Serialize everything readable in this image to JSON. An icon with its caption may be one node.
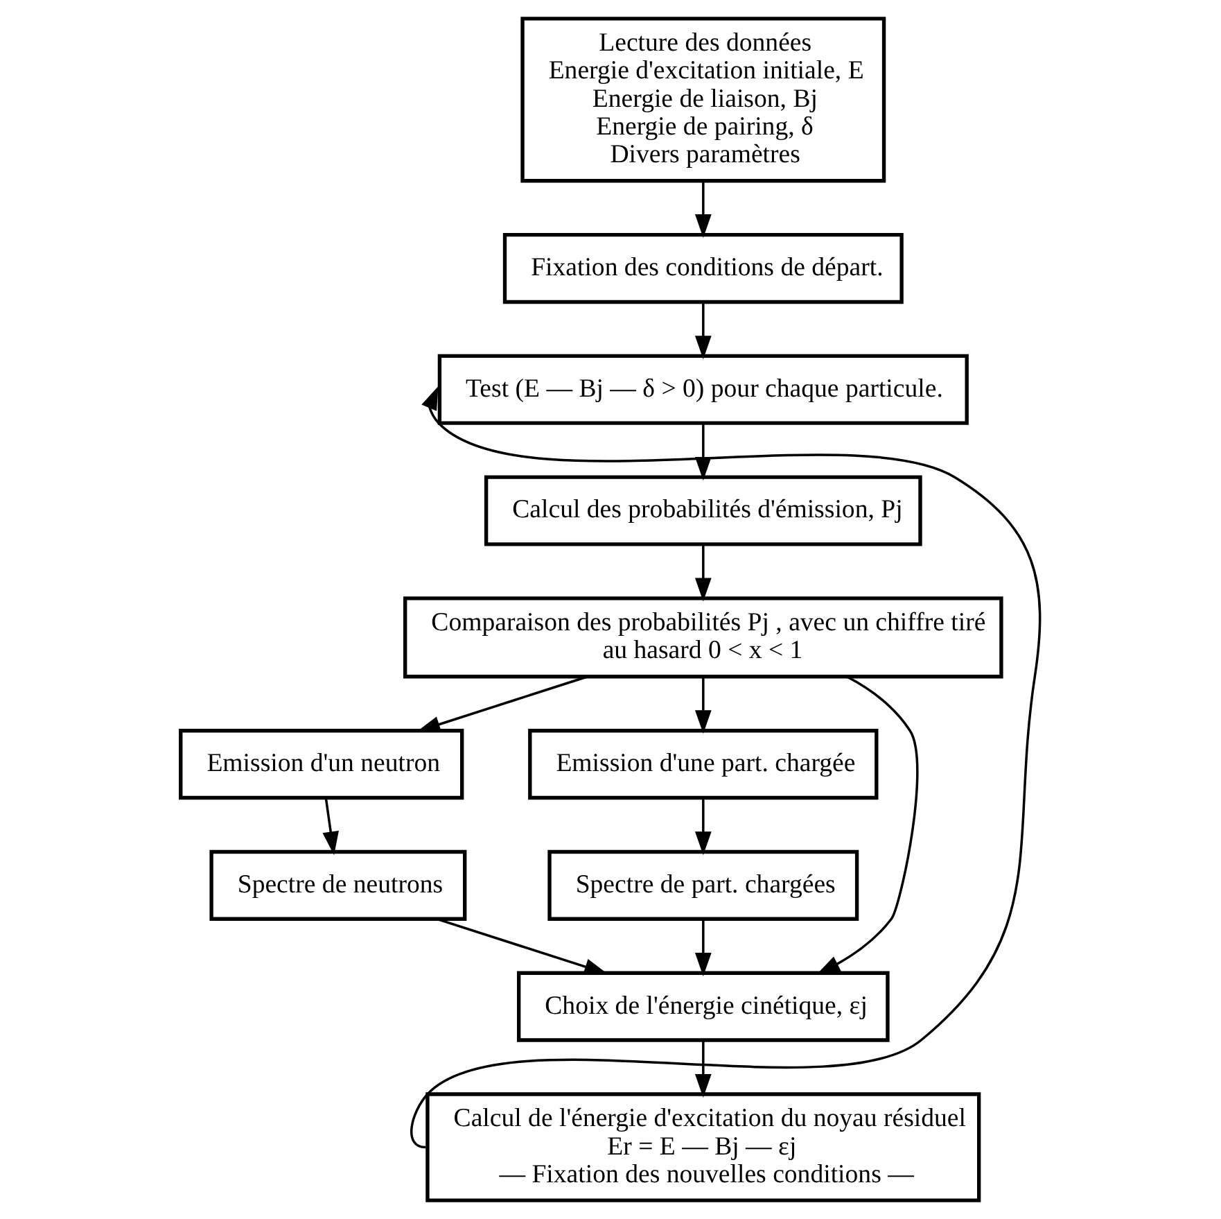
{
  "diagram": {
    "nodes": [
      {
        "text": [
          "Lecture des données",
          "Energie d'excitation initiale, E",
          "Energie de liaison, Bj",
          "Energie de pairing, δ",
          "Divers paramètres"
        ]
      },
      {
        "text": [
          "Fixation des conditions de départ."
        ]
      },
      {
        "text": [
          "Test (E — Bj — δ > 0) pour chaque particule."
        ]
      },
      {
        "text": [
          "Calcul des probabilités d'émission, Pj"
        ]
      },
      {
        "text": [
          "Comparaison des probabilités Pj , avec un chiffre tiré au hasard 0 < x < 1"
        ]
      },
      {
        "text": [
          "Emission d'un neutron"
        ]
      },
      {
        "text": [
          "Emission d'une part. chargée"
        ]
      },
      {
        "text": [
          "Spectre de neutrons"
        ]
      },
      {
        "text": [
          "Spectre de part. chargées"
        ]
      },
      {
        "text": [
          "Choix de l'énergie cinétique, εj"
        ]
      },
      {
        "text": [
          "Calcul de l'énergie d'excitation du noyau résiduel",
          "Er = E — Bj — εj",
          "— Fixation des nouvelles conditions —"
        ]
      }
    ],
    "edges": [
      {
        "from": 0,
        "to": 1,
        "arrow": "to"
      },
      {
        "from": 1,
        "to": 2,
        "arrow": "to"
      },
      {
        "from": 2,
        "to": 3,
        "arrow": "to"
      },
      {
        "from": 3,
        "to": 4,
        "arrow": "to"
      },
      {
        "from": 4,
        "to": 5,
        "arrow": "to"
      },
      {
        "from": 4,
        "to": 6,
        "arrow": "to"
      },
      {
        "from": 5,
        "to": 7,
        "arrow": "to"
      },
      {
        "from": 6,
        "to": 8,
        "arrow": "to"
      },
      {
        "from": 7,
        "to": 9,
        "arrow": "to"
      },
      {
        "from": 4,
        "to": 9,
        "arrow": "to"
      },
      {
        "from": 8,
        "to": 9,
        "arrow": "to"
      },
      {
        "from": 9,
        "to": 10,
        "arrow": "to"
      },
      {
        "from": 10,
        "to": 2,
        "arrow": "to"
      }
    ]
  }
}
